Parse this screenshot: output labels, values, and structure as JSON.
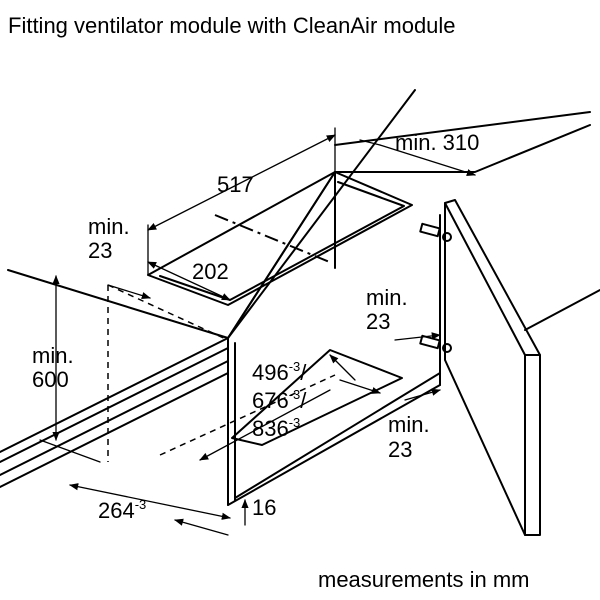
{
  "title": "Fitting ventilator module with CleanAir module",
  "footer": "measurements in mm",
  "dimensions": {
    "width_517": "517",
    "min_310": "min. 310",
    "min_23_top_a": "min.",
    "min_23_top_b": "23",
    "d202": "202",
    "min_600_a": "min.",
    "min_600_b": "600",
    "min_23_right_a": "min.",
    "min_23_right_b": "23",
    "d496": "496",
    "d496_tol": "-3",
    "d496_sep": "/",
    "d676": "676",
    "d676_tol": "-3",
    "d676_sep": "/",
    "d836": "836",
    "d836_tol": "-3",
    "min_23_bottom_a": "min.",
    "min_23_bottom_b": "23",
    "d264": "264",
    "d264_tol": "-3",
    "d16": "16"
  }
}
